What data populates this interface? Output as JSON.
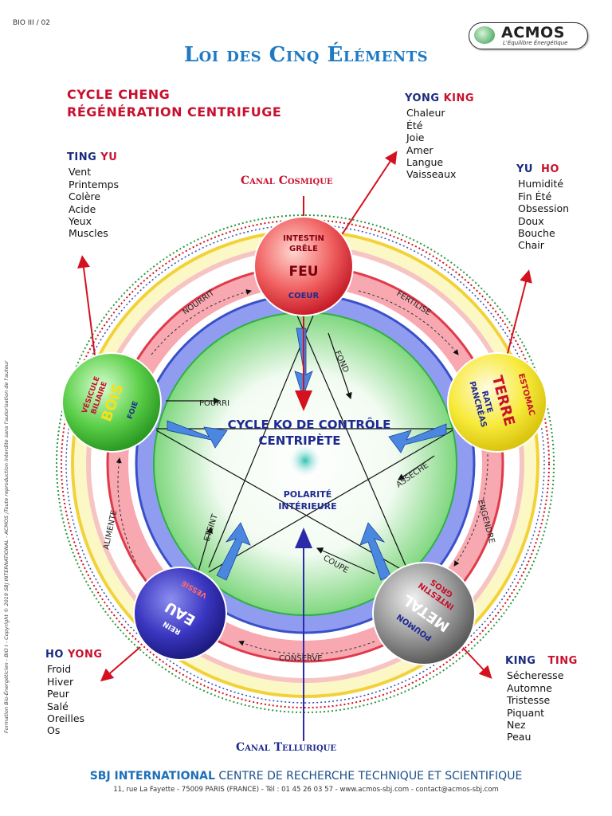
{
  "header": {
    "doc_code": "BIO III / 02",
    "title": "Loi des Cinq Éléments",
    "logo": {
      "name": "ACMOS",
      "tagline": "L'Équilibre Énergétique"
    }
  },
  "cycle_cheng": {
    "line1": "CYCLE CHENG",
    "line2": "RÉGÉNÉRATION CENTRIFUGE"
  },
  "center": {
    "cycle_ko_line1": "CYCLE  KO DE CONTRÔLE",
    "cycle_ko_line2": "CENTRIPÈTE",
    "polarity_line1": "POLARITÉ",
    "polarity_line2": "INTÉRIEURE"
  },
  "canals": {
    "cosmic": "Canal Cosmique",
    "telluric": "Canal Tellurique"
  },
  "elements": {
    "feu": {
      "name": "FEU",
      "top_line1": "INTESTIN",
      "top_line2": "GRÊLE",
      "bottom": "COEUR",
      "color": "#e8393f"
    },
    "terre": {
      "name": "TERRE",
      "line1": "RATE",
      "line2": "PANCRÉAS",
      "side": "ESTOMAC",
      "color": "#f3e21a"
    },
    "metal": {
      "name": "METAL",
      "line1": "INTESTIN",
      "line2": "GROS",
      "side": "POUMON",
      "color": "#8a8a8a"
    },
    "eau": {
      "name": "EAU",
      "line1": "REIN",
      "side": "VESSIE",
      "color": "#2d2aa8"
    },
    "bois": {
      "name": "BOIS",
      "line1": "VÉSICULE",
      "line2": "BILIAIRE",
      "side": "FOIE",
      "color": "#46c23b"
    }
  },
  "cycle_labels": {
    "nourrit": "NOURRIT",
    "fertilise": "FERTILISE",
    "engendre": "ENGENDRE",
    "conserve": "CONSERVE",
    "alimente": "ALIMENTE",
    "pourri": "POURRI",
    "fond": "FOND",
    "asseche": "ASSECHE",
    "coupe": "COUPE",
    "eteint": "ETEINT"
  },
  "blocks": {
    "ting_yu": {
      "h1": "TING",
      "h2": "YU",
      "items": [
        "Vent",
        "Printemps",
        "Colère",
        "Acide",
        "Yeux",
        "Muscles"
      ]
    },
    "yong_king": {
      "h1": "YONG",
      "h2": "KING",
      "items": [
        "Chaleur",
        "Été",
        "Joie",
        "Amer",
        "Langue",
        "Vaisseaux"
      ]
    },
    "yu_ho": {
      "h1": "YU",
      "h2": "HO",
      "items": [
        "Humidité",
        "Fin Été",
        "Obsession",
        "Doux",
        "Bouche",
        "Chair"
      ]
    },
    "ho_yong": {
      "h1": "HO",
      "h2": "YONG",
      "items": [
        "Froid",
        "Hiver",
        "Peur",
        "Salé",
        "Oreilles",
        "Os"
      ]
    },
    "king_ting": {
      "h1": "KING",
      "h2": "TING",
      "items": [
        "Sécheresse",
        "Automne",
        "Tristesse",
        "Piquant",
        "Nez",
        "Peau"
      ]
    }
  },
  "footer": {
    "company": "SBJ INTERNATIONAL",
    "company_rest": "CENTRE DE RECHERCHE TECHNIQUE ET SCIENTIFIQUE",
    "address": "11, rue La Fayette - 75009 PARIS (FRANCE) - Tél : 01 45 26 03 57 - www.acmos-sbj.com - contact@acmos-sbj.com"
  },
  "side_note": "Formation Bio-Énergéticien - BIO I - Copyright © 2019  SBJ INTERNATIONAL - ACMOS /Toute reproduction interdite sans l'autorisation de l'auteur"
}
